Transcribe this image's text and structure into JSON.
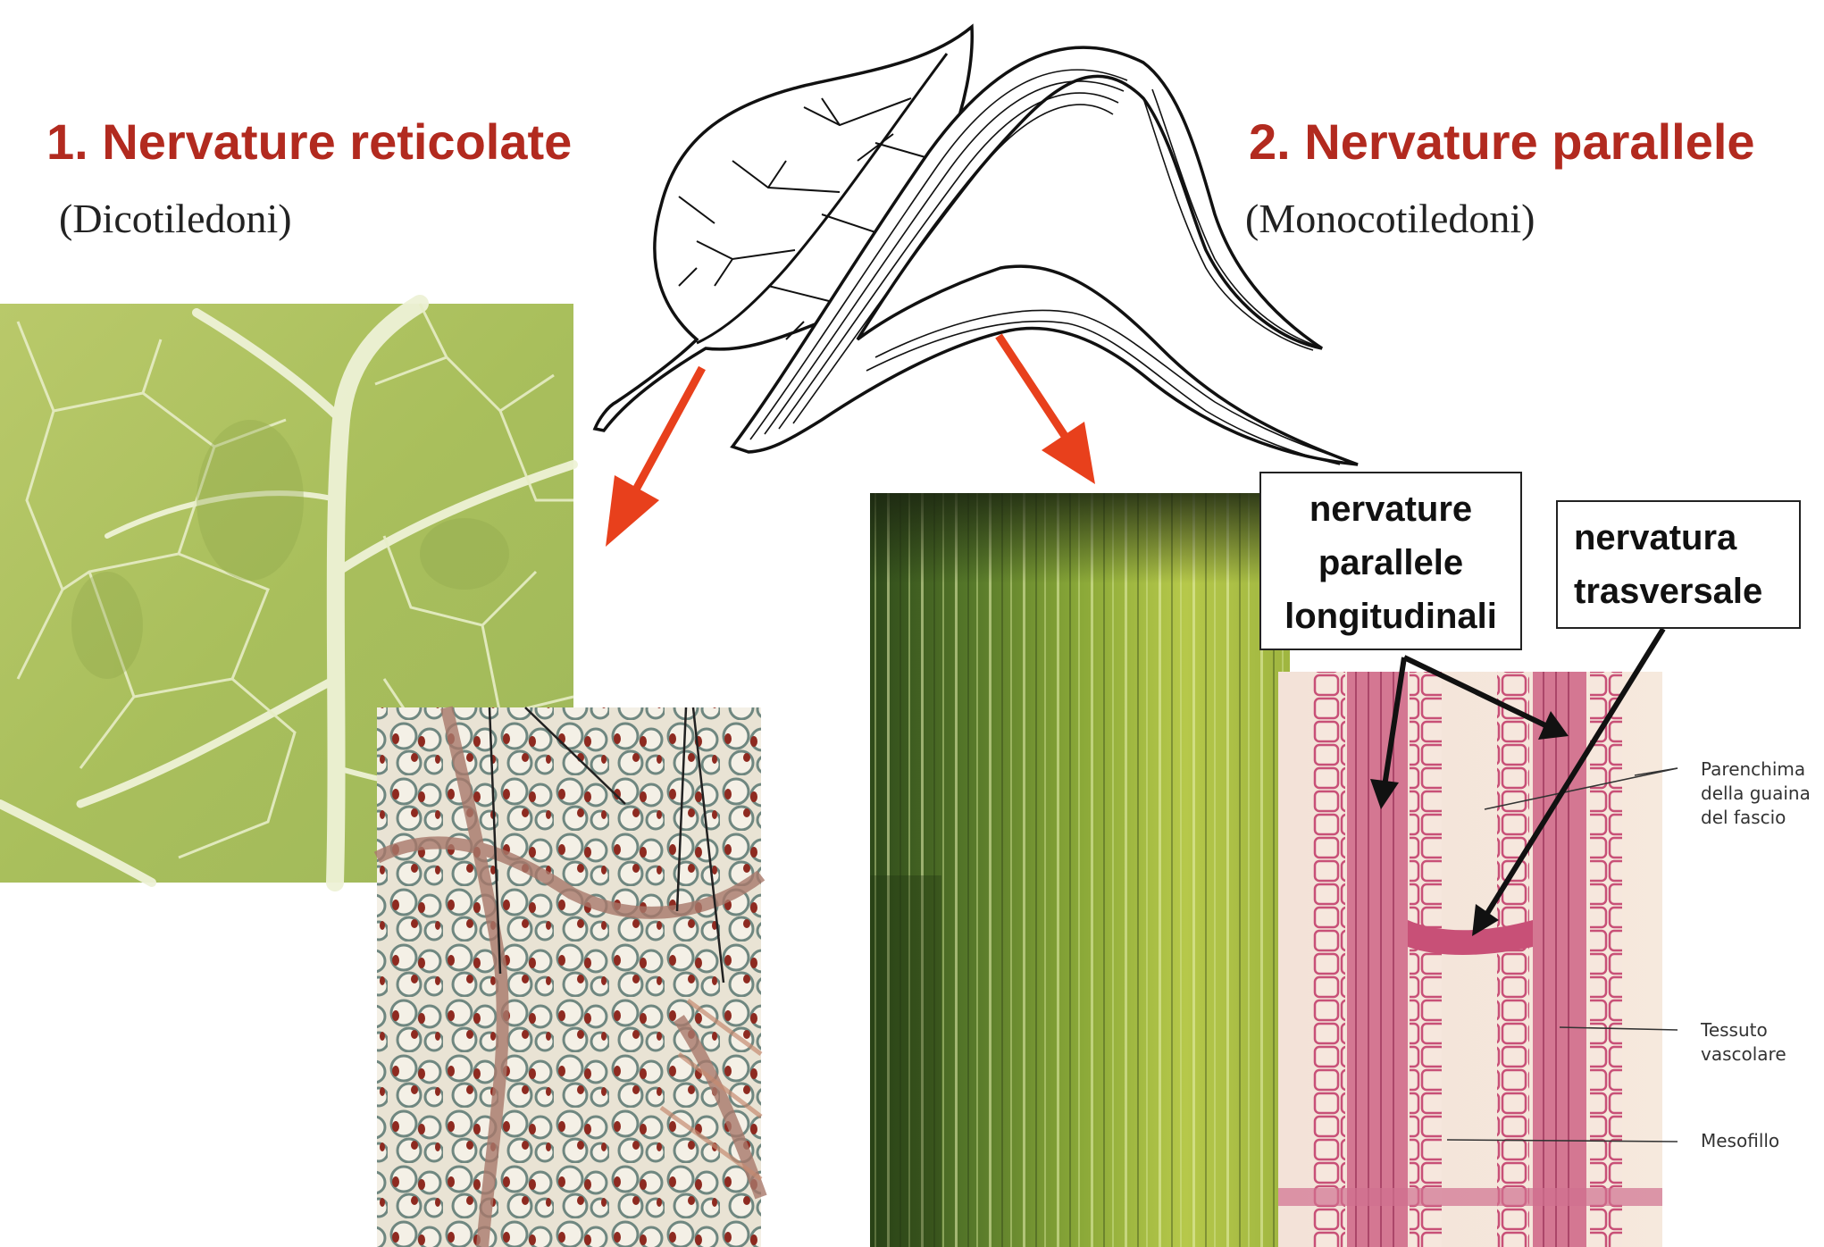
{
  "colors": {
    "title": "#b22a1f",
    "arrow": "#e8401c",
    "stain": "#c85077",
    "leaf_green": "#a8c060"
  },
  "left": {
    "title": "1. Nervature reticolate",
    "subtitle": "(Dicotiledoni)"
  },
  "right": {
    "title": "2. Nervature parallele",
    "subtitle": "(Monocotiledoni)"
  },
  "callouts": {
    "longitudinal": [
      "nervature",
      "parallele",
      "longitudinali"
    ],
    "transverse": [
      "nervatura",
      "trasversale"
    ]
  },
  "micrograph_labels": {
    "sheath": [
      "Parenchima",
      "della guaina",
      "del fascio"
    ],
    "vascular": [
      "Tessuto",
      "vascolare"
    ],
    "mesophyll": [
      "Mesofillo"
    ]
  }
}
